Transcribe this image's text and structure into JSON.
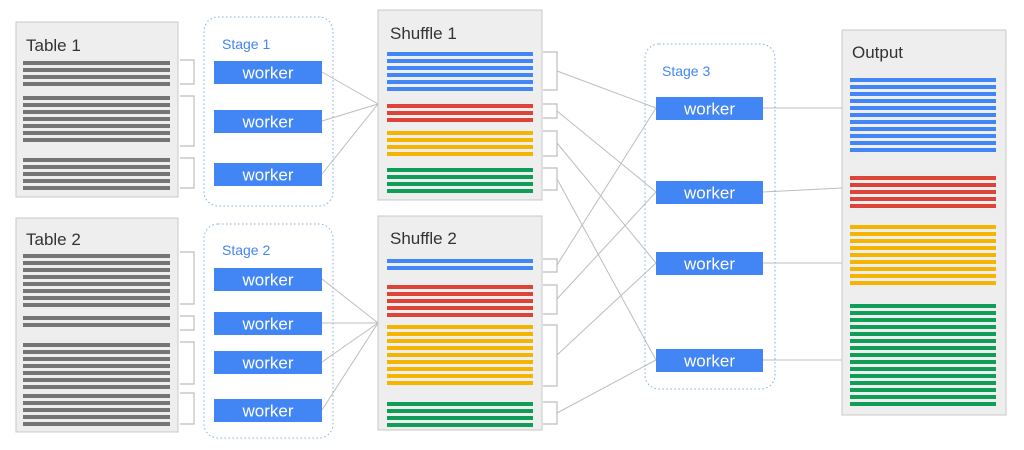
{
  "table1": {
    "title": "Table 1",
    "row_color": "#757575"
  },
  "table2": {
    "title": "Table 2",
    "row_color": "#757575"
  },
  "stage1": {
    "label": "Stage 1",
    "worker_label": "worker"
  },
  "stage2": {
    "label": "Stage 2",
    "worker_label": "worker"
  },
  "stage3": {
    "label": "Stage 3",
    "worker_label": "worker"
  },
  "shuffle1": {
    "title": "Shuffle 1"
  },
  "shuffle2": {
    "title": "Shuffle 2"
  },
  "output": {
    "title": "Output"
  },
  "colors": {
    "blue": "#4285f4",
    "red": "#db4437",
    "yellow": "#f4b400",
    "green": "#0f9d58",
    "panel_fill": "#eeeeee",
    "panel_border": "#c8c8c8",
    "stage_border": "#7fb0d9",
    "stage_label": "#4285f4",
    "connector": "#bdbdbd",
    "bracket": "#bdbdbd",
    "worker_text": "#ffffff",
    "title_text": "#333333"
  }
}
